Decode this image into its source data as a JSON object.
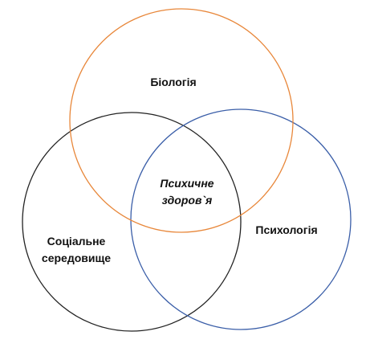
{
  "diagram": {
    "type": "venn",
    "sets": [
      {
        "key": "biology",
        "label": "Біологія",
        "color": "#e8873a"
      },
      {
        "key": "social",
        "label_lines": [
          "Соціальне",
          "середовище"
        ],
        "color": "#222222"
      },
      {
        "key": "psychology",
        "label": "Психологія",
        "color": "#3a5ea8"
      }
    ],
    "intersection": {
      "label_lines": [
        "Психичне",
        "здоров`я"
      ]
    }
  }
}
